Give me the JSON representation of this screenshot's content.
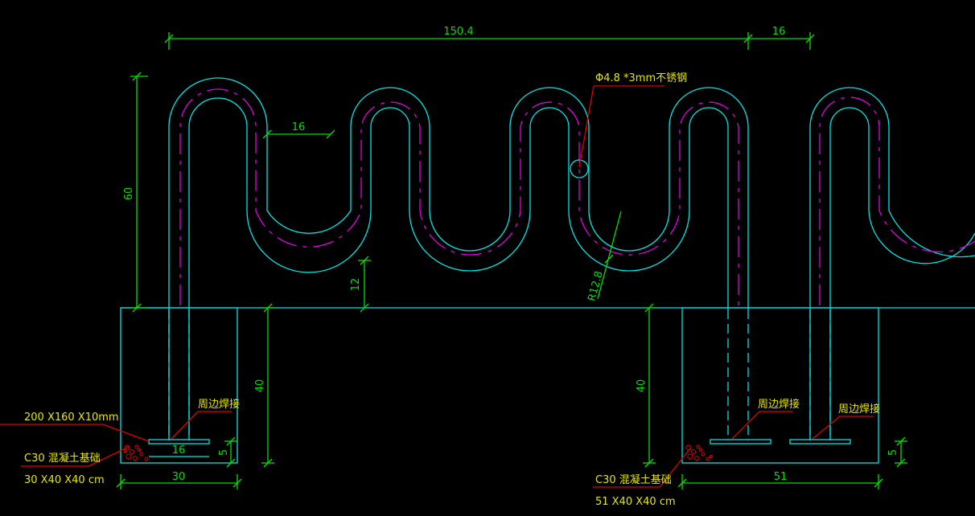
{
  "dimensions": {
    "top_span": "150.4",
    "top_gap": "16",
    "inner_gap": "16",
    "height": "60",
    "clearance": "12",
    "bend_radius": "R12.8",
    "left_depth": "40",
    "right_depth": "40",
    "left_plate_width": "16",
    "left_plate_thk": "5",
    "right_plate_thk": "5",
    "left_width": "30",
    "right_width": "51"
  },
  "labels": {
    "pipe_spec": "Φ4.8 *3mm不锈钢",
    "left_weld": "周边焊接",
    "right_weld_1": "周边焊接",
    "right_weld_2": "周边焊接",
    "plate_spec": "200 X160 X10mm",
    "left_base": "C30 混凝土基础",
    "left_base_size": "30 X40 X40 cm",
    "right_base": "C30 混凝土基础",
    "right_base_size": "51 X40 X40 cm"
  },
  "colors": {
    "background": "#000000",
    "outline": "#00e5e5",
    "centerline": "#e000e0",
    "dimension": "#00e000",
    "leader": "#e00000",
    "label": "#e6e600"
  }
}
